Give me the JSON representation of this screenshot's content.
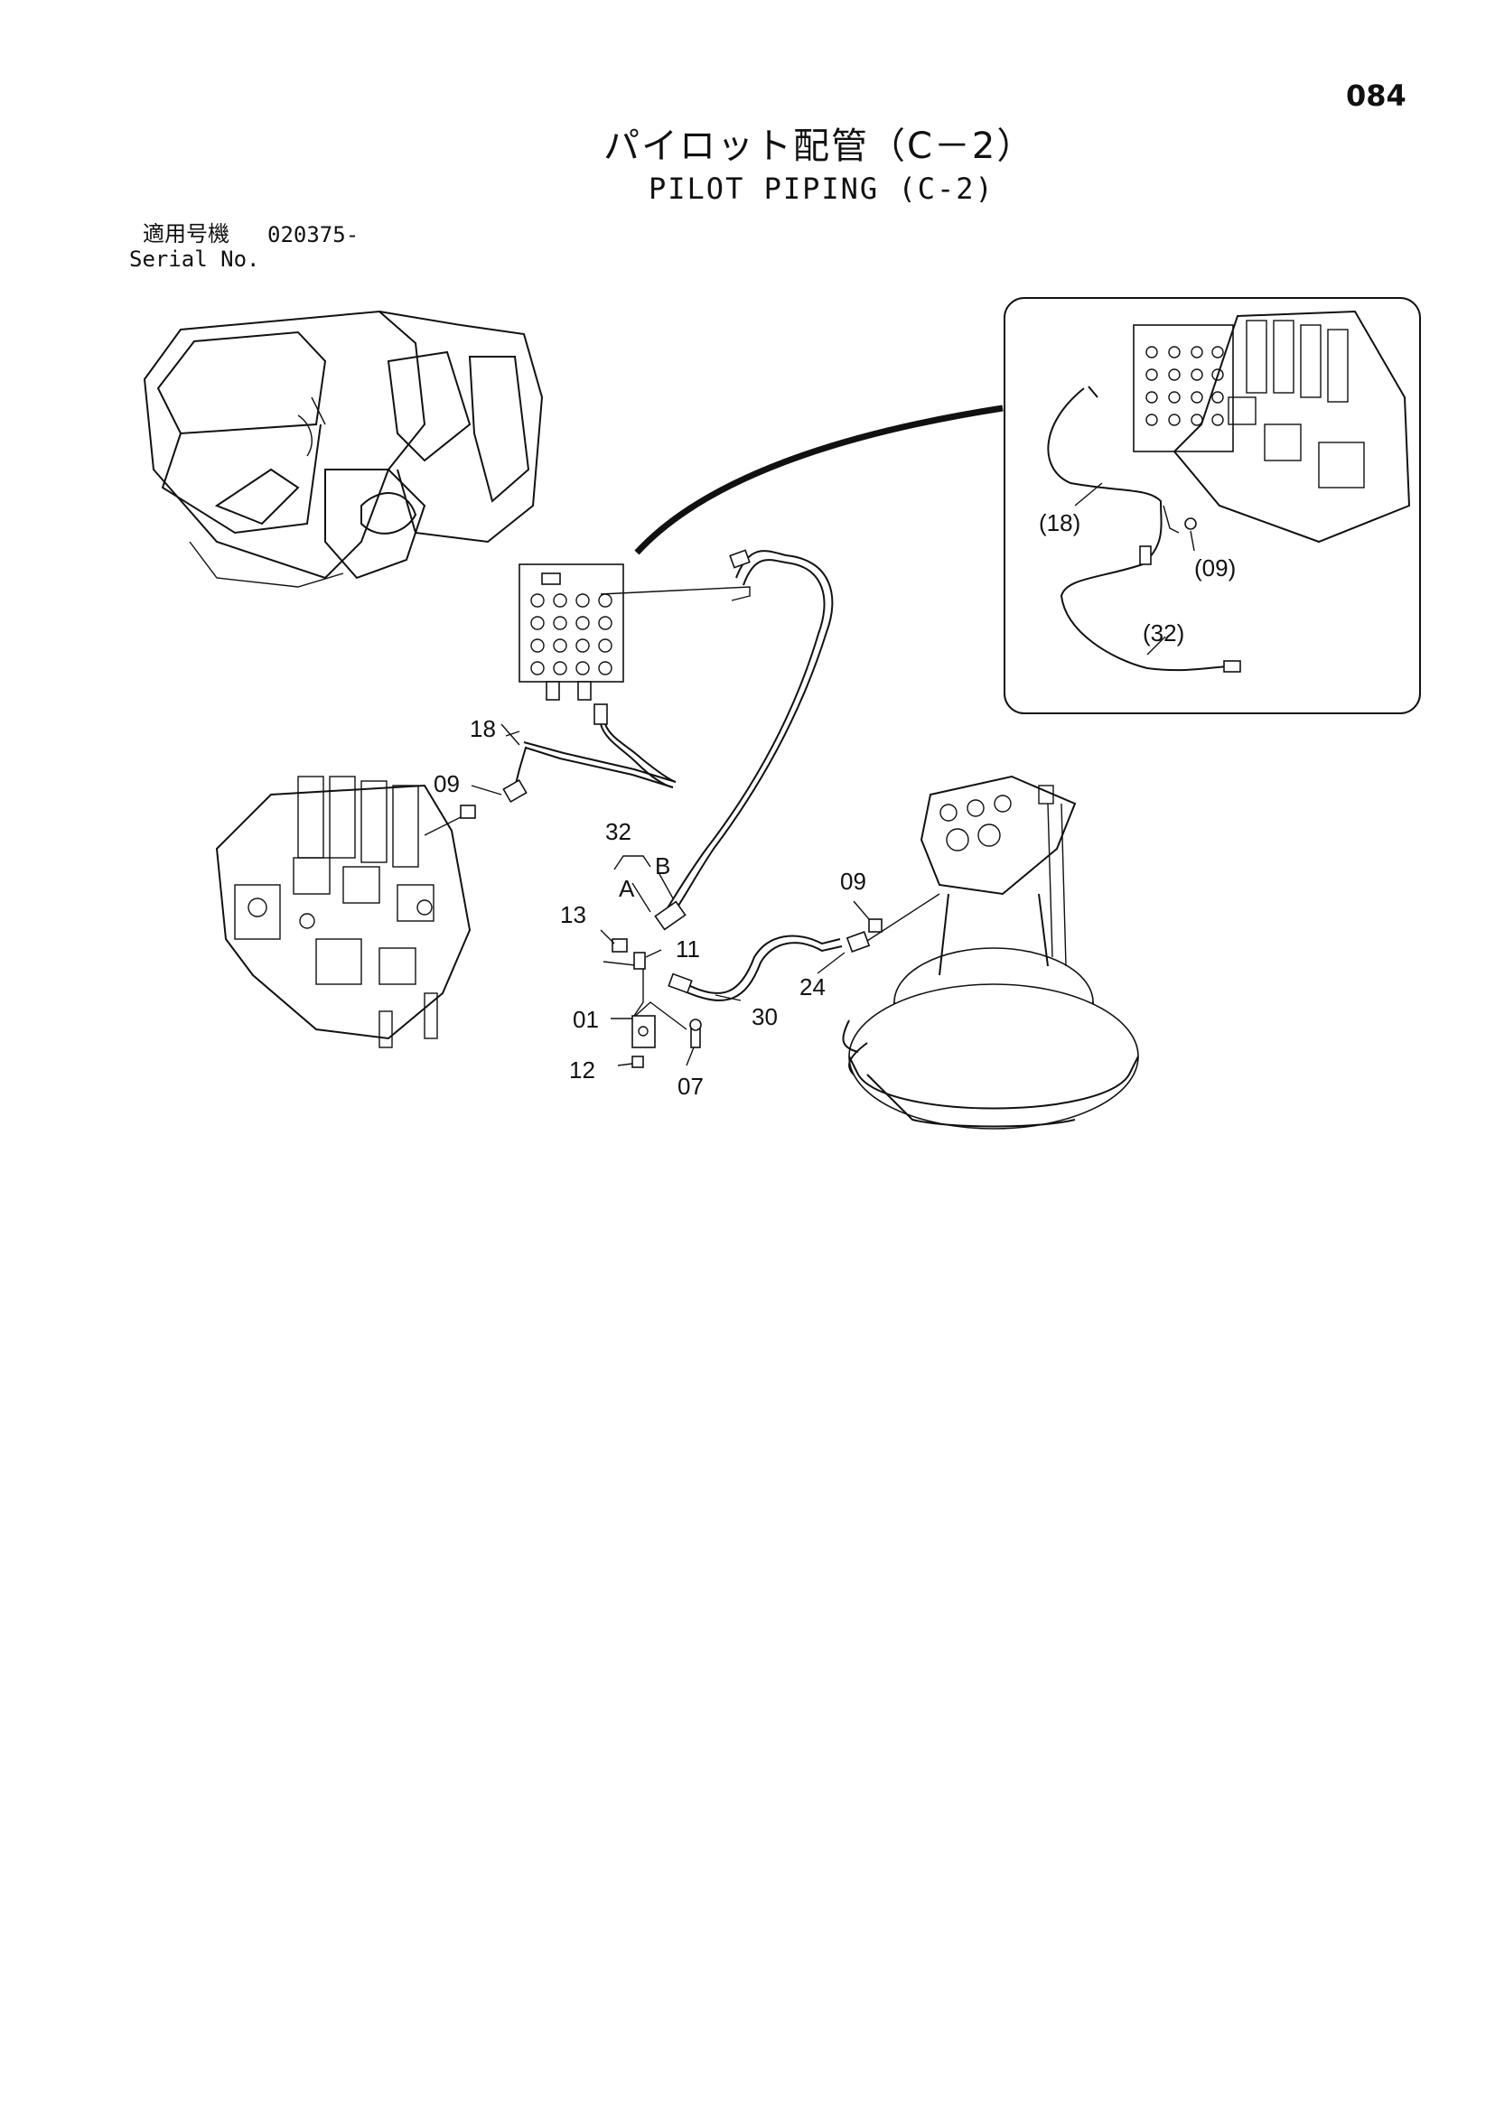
{
  "header": {
    "page_number": "084",
    "title_jp": "パイロット配管（C－2）",
    "title_en": "PILOT PIPING (C-2)",
    "serial_label_jp": "適用号機",
    "serial_value": "020375-",
    "serial_label_en": "Serial No."
  },
  "callouts": {
    "main": [
      "18",
      "09",
      "32",
      "B",
      "A",
      "13",
      "11",
      "01",
      "30",
      "12",
      "07",
      "09",
      "24"
    ],
    "inset": [
      "(18)",
      "(09)",
      "(32)"
    ]
  },
  "icons": [
    "excavator-upper-structure",
    "pilot-valve-block",
    "control-valve",
    "swing-motor",
    "pipe-clamp",
    "hose-fitting"
  ]
}
